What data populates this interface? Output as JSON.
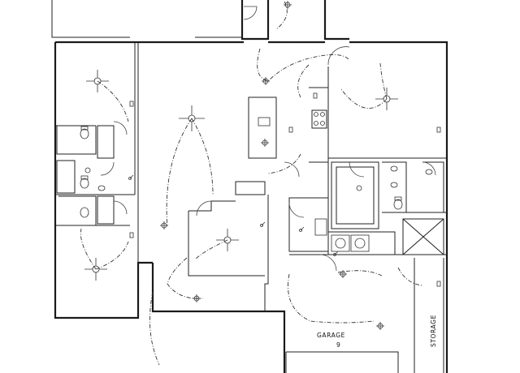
{
  "labels": {
    "garage": "GARAGE",
    "garage_tag": "9",
    "storage": "STORAGE"
  },
  "colors": {
    "line": "#1a1a1a",
    "background": "#ffffff"
  },
  "icons": [
    "ceiling-fan-icon",
    "light-fixture-icon",
    "outlet-icon",
    "switch-icon",
    "door-swing-icon",
    "toilet-icon",
    "sink-icon",
    "range-icon",
    "attic-access-icon"
  ]
}
